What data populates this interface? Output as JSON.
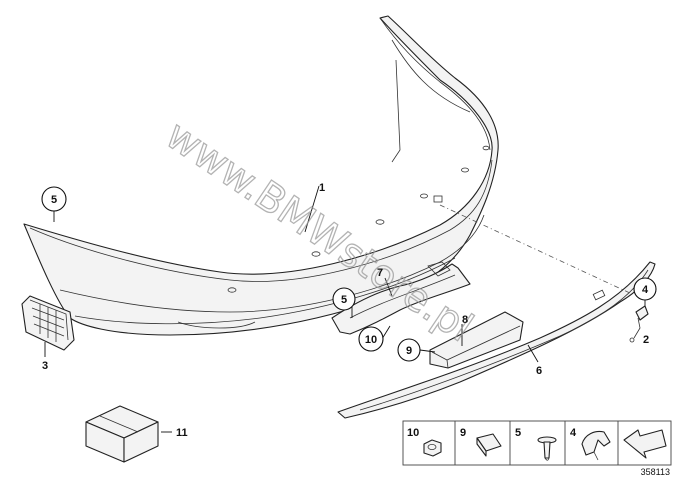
{
  "diagram": {
    "watermark": "www.BMWstore.pl",
    "document_number": "358113",
    "callouts": [
      {
        "id": "c1",
        "text": "1",
        "circled": false
      },
      {
        "id": "c2",
        "text": "2",
        "circled": false
      },
      {
        "id": "c3",
        "text": "3",
        "circled": false
      },
      {
        "id": "c4",
        "text": "4",
        "circled": true
      },
      {
        "id": "c5a",
        "text": "5",
        "circled": true
      },
      {
        "id": "c5b",
        "text": "5",
        "circled": true
      },
      {
        "id": "c6",
        "text": "6",
        "circled": false
      },
      {
        "id": "c7",
        "text": "7",
        "circled": false
      },
      {
        "id": "c8",
        "text": "8",
        "circled": false
      },
      {
        "id": "c9",
        "text": "9",
        "circled": true
      },
      {
        "id": "c10",
        "text": "10",
        "circled": true
      },
      {
        "id": "c11",
        "text": "11",
        "circled": false
      }
    ],
    "legend_cells": [
      {
        "id": "l10",
        "text": "10",
        "icon": "nut-icon"
      },
      {
        "id": "l9",
        "text": "9",
        "icon": "clip-icon"
      },
      {
        "id": "l5",
        "text": "5",
        "icon": "expanding-rivet-icon"
      },
      {
        "id": "l4",
        "text": "4",
        "icon": "bracket-icon"
      },
      {
        "id": "l0",
        "text": "",
        "icon": "direction-arrow-icon"
      }
    ]
  }
}
